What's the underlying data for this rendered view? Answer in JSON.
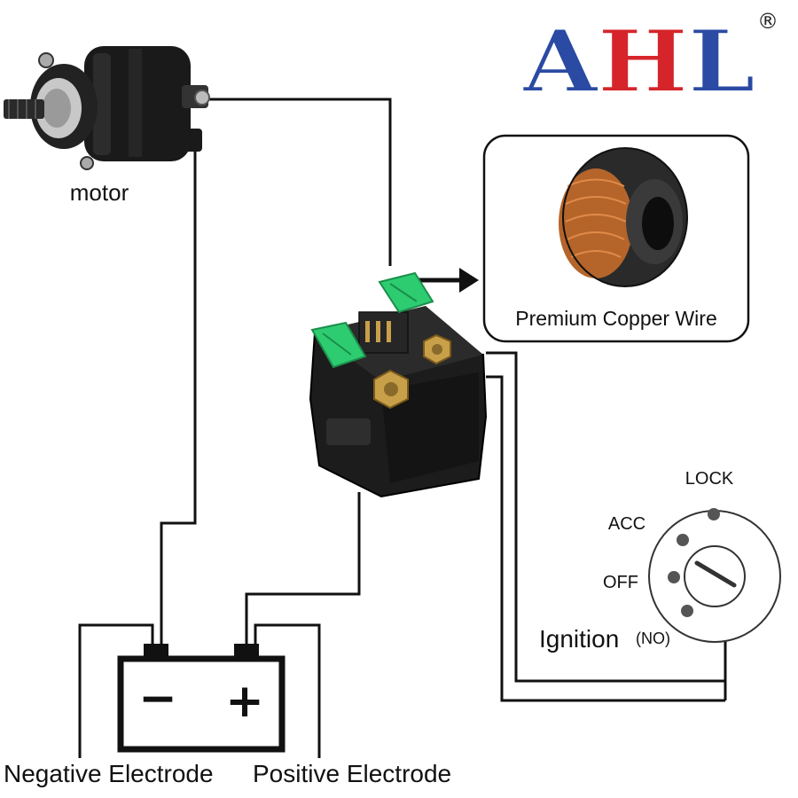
{
  "brand": {
    "logo_text": "AHL",
    "registered_mark": "®",
    "colors": {
      "blue": "#2a4aa3",
      "red": "#d5252a"
    }
  },
  "components": {
    "motor": "motor",
    "copper_callout": "Premium Copper Wire",
    "ignition": {
      "title": "Ignition",
      "suffix": "(NO)",
      "positions": [
        "LOCK",
        "ACC",
        "OFF"
      ]
    },
    "battery": {
      "negative_symbol": "−",
      "positive_symbol": "+"
    }
  },
  "labels": {
    "negative_electrode": "Negative Electrode",
    "positive_electrode": "Positive Electrode"
  },
  "colors": {
    "wire": "#111111",
    "relay_body": "#1c1c1c",
    "fuse_green": "#2ecc71",
    "brass": "#c9a04a",
    "copper": "#b5652a"
  }
}
